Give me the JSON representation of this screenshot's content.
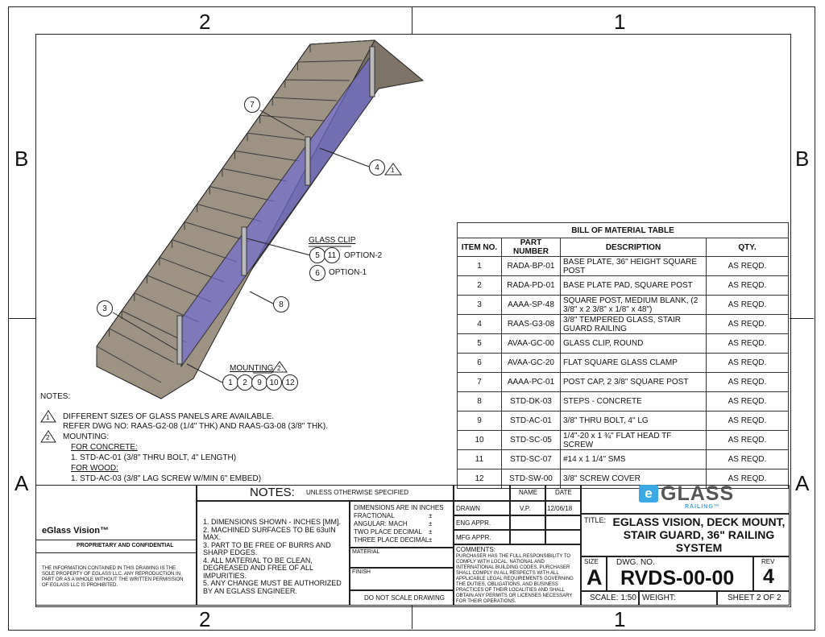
{
  "zones": {
    "top_left": "2",
    "top_right": "1",
    "bottom_left": "2",
    "bottom_right": "1",
    "left_top": "B",
    "left_bottom": "A",
    "right_top": "B",
    "right_bottom": "A"
  },
  "callouts": {
    "b7": "7",
    "b4": "4",
    "b3": "3",
    "b8": "8",
    "b5": "5",
    "b11": "11",
    "b6": "6",
    "m1": "1",
    "m2": "2",
    "m9": "9",
    "m10": "10",
    "m12": "12",
    "tri1": "1",
    "tri2": "2",
    "glass_clip": "GLASS CLIP",
    "option2": "OPTION-2",
    "option1": "OPTION-1",
    "mounting": "MOUNTING"
  },
  "notes": {
    "heading": "NOTES:",
    "tri1": "1",
    "tri2": "2",
    "n1": "DIFFERENT SIZES OF GLASS PANELS ARE AVAILABLE.",
    "n1b": "REFER DWG NO: RAAS-G2-08 (1/4\" THK) AND RAAS-G3-08 (3/8\" THK).",
    "n2": "MOUNTING:",
    "concrete": "FOR CONCRETE:",
    "concrete1": "1. STD-AC-01 (3/8\" THRU BOLT, 4\" LENGTH)",
    "wood": "FOR WOOD:",
    "wood1": "1. STD-AC-03 (3/8\" LAG SCREW W/MIN 6\" EMBED)"
  },
  "bom": {
    "title": "BILL OF MATERIAL TABLE",
    "headers": [
      "ITEM NO.",
      "PART NUMBER",
      "DESCRIPTION",
      "QTY."
    ],
    "rows": [
      [
        "1",
        "RADA-BP-01",
        "BASE PLATE, 36\" HEIGHT SQUARE POST",
        "AS REQD."
      ],
      [
        "2",
        "RADA-PD-01",
        "BASE PLATE PAD, SQUARE POST",
        "AS REQD."
      ],
      [
        "3",
        "AAAA-SP-48",
        "SQUARE POST, MEDIUM BLANK, (2 3/8\" x 2 3/8\" x 1/8\" x 48\")",
        "AS REQD."
      ],
      [
        "4",
        "RAAS-G3-08",
        "3/8\" TEMPERED GLASS, STAIR GUARD RAILING",
        "AS REQD."
      ],
      [
        "5",
        "AVAA-GC-00",
        "GLASS CLIP, ROUND",
        "AS REQD."
      ],
      [
        "6",
        "AVAA-GC-20",
        "FLAT SQUARE GLASS CLAMP",
        "AS REQD."
      ],
      [
        "7",
        "AAAA-PC-01",
        "POST CAP, 2 3/8\" SQUARE POST",
        "AS REQD."
      ],
      [
        "8",
        "STD-DK-03",
        "STEPS - CONCRETE",
        "AS REQD."
      ],
      [
        "9",
        "STD-AC-01",
        "3/8\" THRU BOLT, 4\" LG",
        "AS REQD."
      ],
      [
        "10",
        "STD-SC-05",
        "1/4\"-20  x 1 ¾\" FLAT HEAD TF SCREW",
        "AS REQD."
      ],
      [
        "11",
        "STD-SC-07",
        "#14 x 1 1/4\" SMS",
        "AS REQD."
      ],
      [
        "12",
        "STD-SW-00",
        "3/8\" SCREW COVER",
        "AS REQD."
      ]
    ]
  },
  "titleblock": {
    "notes_title": "NOTES:",
    "unless": "UNLESS OTHERWISE SPECIFIED",
    "company": "eGlass Vision™",
    "proprietary": "PROPRIETARY AND CONFIDENTIAL",
    "disclaimer": "THE INFORMATION CONTAINED IN THIS DRAWING IS THE SOLE PROPERTY OF EGLASS LLC. ANY REPRODUCTION IN PART OR AS A WHOLE WITHOUT THE WRITTEN PERMISSION OF EGLASS LLC IS PROHIBITED.",
    "gn1": "1. DIMENSIONS SHOWN - INCHES [MM].",
    "gn2": "2. MACHINED SURFACES TO BE 63uIN MAX.",
    "gn3": "3. PART TO BE FREE OF BURRS AND SHARP EDGES.",
    "gn4": "4. ALL MATERIAL TO BE CLEAN, DEGREASED AND FREE OF ALL IMPURITIES.",
    "gn5": "5. ANY CHANGE MUST BE AUTHORIZED BY AN EGLASS ENGINEER.",
    "dims": "DIMENSIONS ARE IN INCHES",
    "fractional": "FRACTIONAL",
    "angular": "ANGULAR: MACH",
    "two_place": "TWO PLACE DECIMAL",
    "three_place": "THREE PLACE DECIMAL",
    "pm": "±",
    "material": "MATERIAL",
    "finish": "FINISH",
    "do_not_scale": "DO NOT SCALE DRAWING",
    "name_h": "NAME",
    "date_h": "DATE",
    "drawn": "DRAWN",
    "drawn_name": "V.P.",
    "drawn_date": "12/06/18",
    "eng": "ENG APPR.",
    "mfg": "MFG APPR.",
    "comments": "COMMENTS:",
    "comments_text": "PURCHASER HAS THE FULL RESPONSIBILITY TO COMPLY WITH LOCAL, NATIONAL AND INTERNATIONAL BUILDING CODES. PURCHASER SHALL COMPLY IN ALL RESPECTS WITH ALL APPLICABLE LEGAL REQUIREMENTS GOVERNING THE DUTIES, OBLIGATIONS, AND BUSINESS PRACTICES OF THEIR LOCALITIES AND SHALL OBTAIN ANY PERMITS OR LICENSES NECESSARY FOR THEIR OPERATIONS.",
    "logo_main": "GLASS",
    "logo_e": "e",
    "logo_sub": "RAILING™",
    "title_label": "TITLE:",
    "title_text": "EGLASS VISION, DECK MOUNT, STAIR GUARD, 36\" RAILING SYSTEM",
    "size_label": "SIZE",
    "size": "A",
    "dwg_label": "DWG.  NO.",
    "dwg": "RVDS-00-00",
    "rev_label": "REV",
    "rev": "4",
    "scale": "SCALE: 1:50",
    "weight": "WEIGHT:",
    "sheet": "SHEET 2 OF 2"
  },
  "colors": {
    "concrete": "#9e9383",
    "concrete_dark": "#7d7467",
    "glass": "#6f6bd8",
    "line": "#222222"
  }
}
